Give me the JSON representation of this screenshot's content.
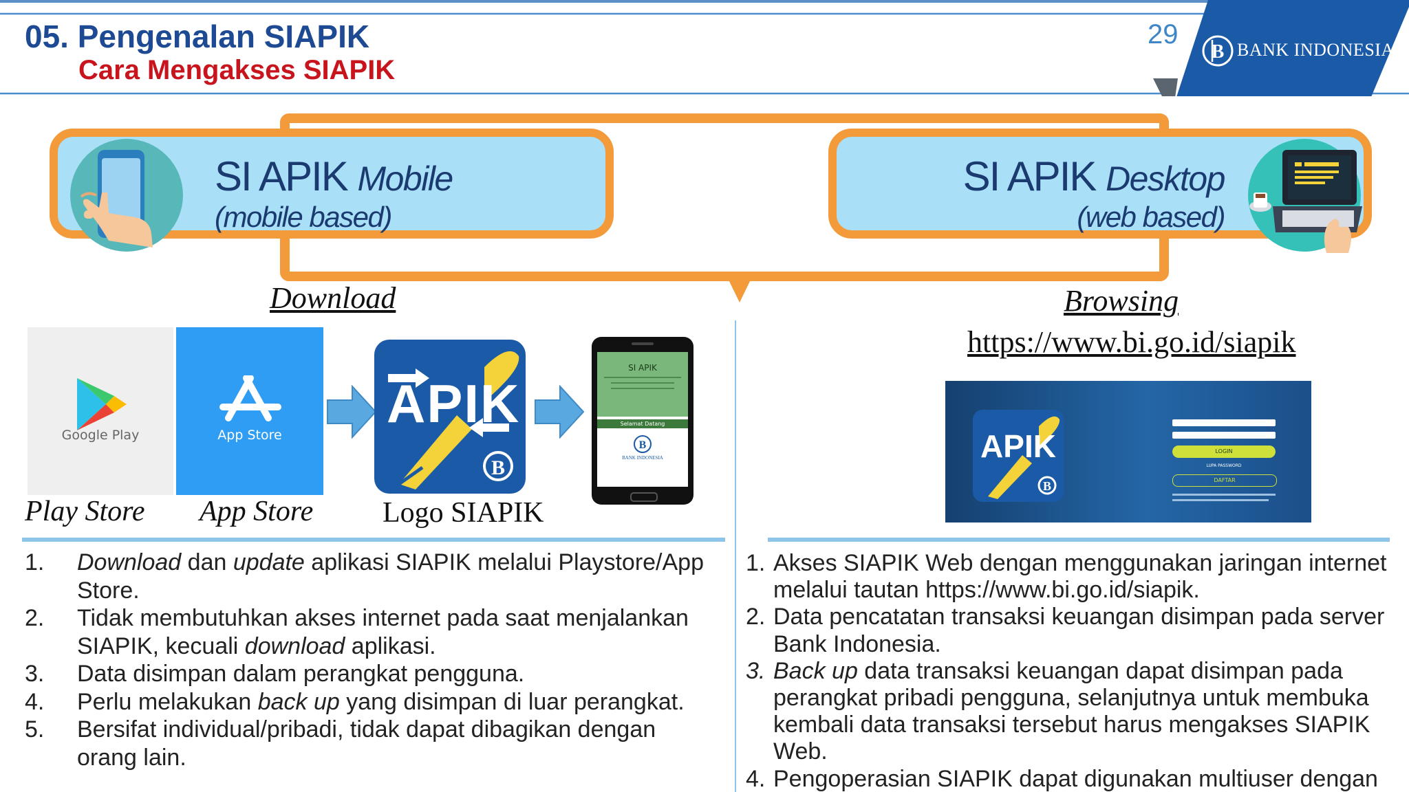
{
  "header": {
    "title_number": "05.",
    "title_text": "Pengenalan SIAPIK",
    "subtitle": "Cara Mengakses SIAPIK",
    "page_number": "29",
    "brand": "BANK INDONESIA"
  },
  "mobile": {
    "title_plain": "SI APIK",
    "title_italic": "Mobile",
    "subtitle": "(mobile based)"
  },
  "desktop": {
    "title_plain": "SI APIK",
    "title_italic": "Desktop",
    "subtitle": "(web based)"
  },
  "left": {
    "heading": "Download",
    "google_play_text": "Google Play",
    "app_store_text": "App Store",
    "apik_logo_text": "APIK",
    "labels": {
      "play_store": "Play Store",
      "app_store": "App Store",
      "logo": "Logo SIAPIK"
    },
    "phone": {
      "app_name": "SI APIK",
      "greeting": "Selamat Datang",
      "bank": "BANK INDONESIA"
    },
    "list": [
      {
        "num": "1.",
        "parts": [
          {
            "t": "Download",
            "i": true
          },
          {
            "t": " dan "
          },
          {
            "t": "update",
            "i": true
          },
          {
            "t": " aplikasi SIAPIK melalui Playstore/App Store."
          }
        ]
      },
      {
        "num": "2.",
        "parts": [
          {
            "t": "Tidak membutuhkan akses internet pada saat  menjalankan SIAPIK, kecuali "
          },
          {
            "t": "download",
            "i": true
          },
          {
            "t": " aplikasi."
          }
        ]
      },
      {
        "num": "3.",
        "parts": [
          {
            "t": "Data disimpan dalam perangkat pengguna."
          }
        ]
      },
      {
        "num": "4.",
        "parts": [
          {
            "t": "Perlu melakukan "
          },
          {
            "t": "back up",
            "i": true
          },
          {
            "t": " yang disimpan di luar perangkat."
          }
        ]
      },
      {
        "num": "5.",
        "parts": [
          {
            "t": "Bersifat individual/pribadi, tidak dapat dibagikan dengan orang lain."
          }
        ]
      }
    ]
  },
  "right": {
    "heading": "Browsing",
    "url": "https://www.bi.go.id/siapik",
    "web_logo_text": "APIK",
    "login_label": "LOGIN",
    "forgot_label": "LUPA PASSWORD",
    "register_label": "DAFTAR",
    "list": [
      {
        "num": "1.",
        "parts": [
          {
            "t": "Akses SIAPIK Web dengan menggunakan jaringan internet melalui tautan https://www.bi.go.id/siapik."
          }
        ]
      },
      {
        "num": "2.",
        "parts": [
          {
            "t": "Data pencatatan transaksi keuangan disimpan pada server Bank Indonesia."
          }
        ]
      },
      {
        "num": "3.",
        "num_italic": true,
        "parts": [
          {
            "t": "Back up",
            "i": true
          },
          {
            "t": " data transaksi keuangan dapat disimpan pada perangkat pribadi pengguna, selanjutnya untuk membuka kembali data transaksi tersebut harus mengakses SIAPIK Web."
          }
        ]
      },
      {
        "num": "4.",
        "parts": [
          {
            "t": "Pengoperasian SIAPIK dapat digunakan multiuser dengan sektor usaha yang sama."
          }
        ]
      }
    ]
  },
  "colors": {
    "navy": "#1d4a93",
    "red": "#c8141c",
    "orange": "#f39a3a",
    "panel": "#a9e0f7",
    "arrow": "#5aa8e0",
    "divider": "#8cc4ea",
    "bi_blue": "#1a5aa6"
  }
}
